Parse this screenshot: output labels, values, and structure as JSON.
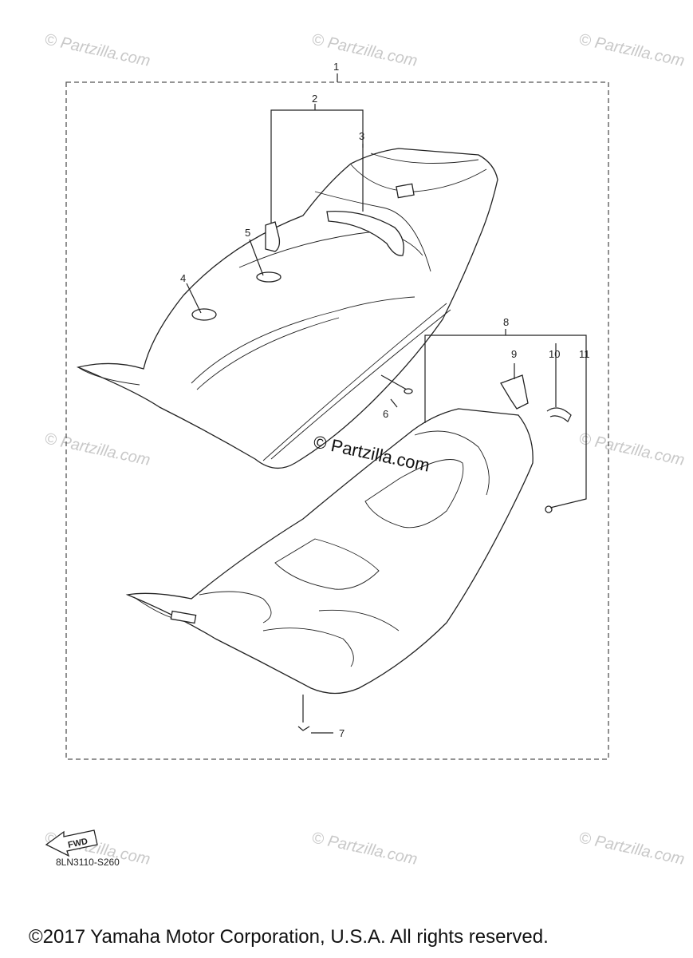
{
  "callouts": [
    "1",
    "2",
    "3",
    "4",
    "5",
    "6",
    "7",
    "8",
    "9",
    "10",
    "11"
  ],
  "watermark": "© Partzilla.com",
  "fwd_label": "FWD",
  "diagram_code": "8LN3110-S260",
  "copyright": "©2017 Yamaha Motor Corporation, U.S.A. All rights reserved."
}
